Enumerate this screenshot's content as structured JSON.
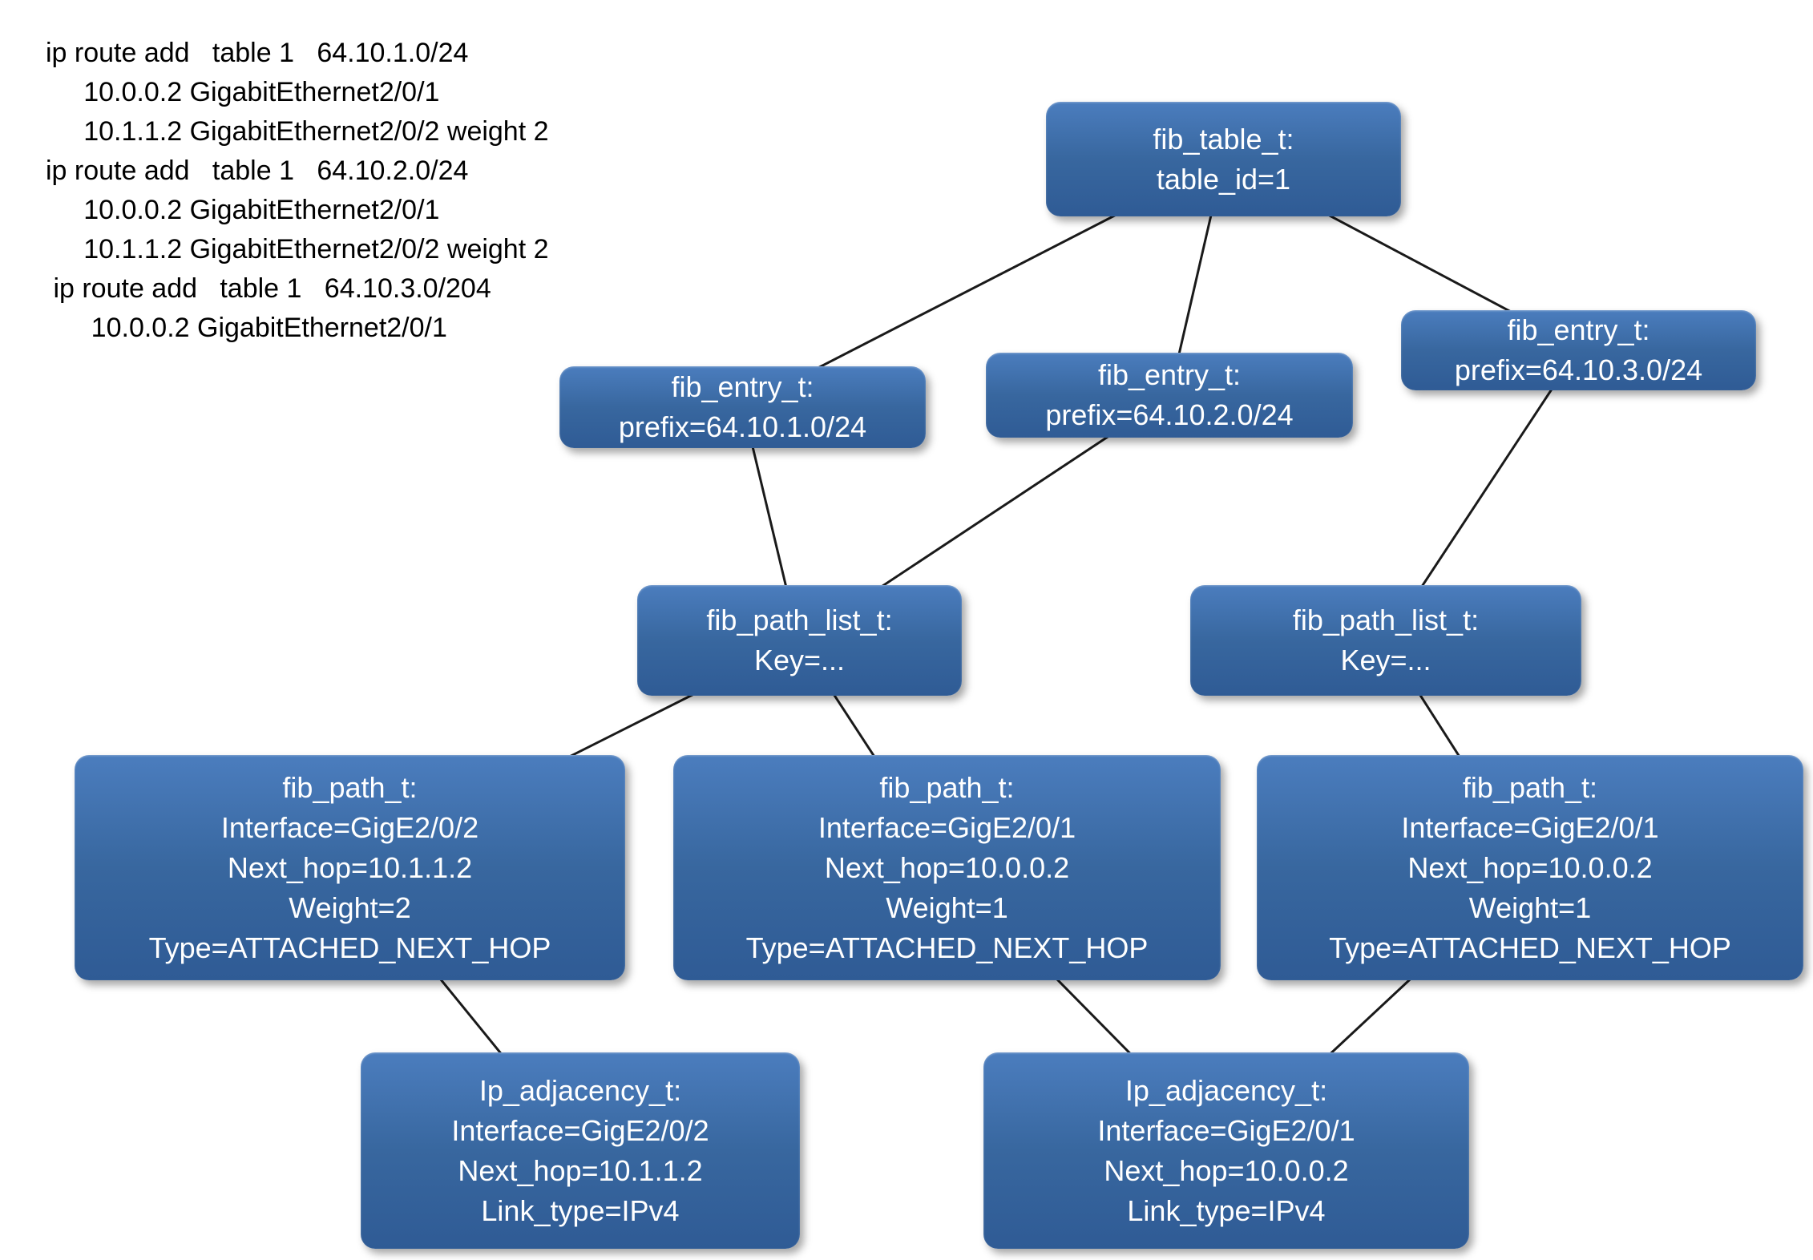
{
  "colors": {
    "node_fill_top": "#4b7dbe",
    "node_fill_bottom": "#2f5b95",
    "node_text": "#ffffff",
    "edge_line": "#1a1a1a",
    "code_text": "#000000",
    "background": "#ffffff"
  },
  "code_block": {
    "lines": [
      "ip route add   table 1   64.10.1.0/24",
      "     10.0.0.2 GigabitEthernet2/0/1",
      "     10.1.1.2 GigabitEthernet2/0/2 weight 2",
      "ip route add   table 1   64.10.2.0/24",
      "     10.0.0.2 GigabitEthernet2/0/1",
      "     10.1.1.2 GigabitEthernet2/0/2 weight 2",
      " ip route add   table 1   64.10.3.0/204",
      "      10.0.0.2 GigabitEthernet2/0/1"
    ]
  },
  "nodes": {
    "fib_table": {
      "lines": [
        "fib_table_t:",
        "table_id=1"
      ]
    },
    "fib_entry_1": {
      "lines": [
        "fib_entry_t:",
        "prefix=64.10.1.0/24"
      ]
    },
    "fib_entry_2": {
      "lines": [
        "fib_entry_t:",
        "prefix=64.10.2.0/24"
      ]
    },
    "fib_entry_3": {
      "lines": [
        "fib_entry_t:",
        "prefix=64.10.3.0/24"
      ]
    },
    "fib_path_list_left": {
      "lines": [
        "fib_path_list_t:",
        "Key=..."
      ]
    },
    "fib_path_list_right": {
      "lines": [
        "fib_path_list_t:",
        "Key=..."
      ]
    },
    "fib_path_1": {
      "lines": [
        "fib_path_t:",
        "Interface=GigE2/0/2",
        "Next_hop=10.1.1.2",
        "Weight=2",
        "Type=ATTACHED_NEXT_HOP"
      ]
    },
    "fib_path_2": {
      "lines": [
        "fib_path_t:",
        "Interface=GigE2/0/1",
        "Next_hop=10.0.0.2",
        "Weight=1",
        "Type=ATTACHED_NEXT_HOP"
      ]
    },
    "fib_path_3": {
      "lines": [
        "fib_path_t:",
        "Interface=GigE2/0/1",
        "Next_hop=10.0.0.2",
        "Weight=1",
        "Type=ATTACHED_NEXT_HOP"
      ]
    },
    "ip_adjacency_left": {
      "lines": [
        "Ip_adjacency_t:",
        "Interface=GigE2/0/2",
        "Next_hop=10.1.1.2",
        "Link_type=IPv4"
      ]
    },
    "ip_adjacency_right": {
      "lines": [
        "Ip_adjacency_t:",
        "Interface=GigE2/0/1",
        "Next_hop=10.0.0.2",
        "Link_type=IPv4"
      ]
    }
  }
}
